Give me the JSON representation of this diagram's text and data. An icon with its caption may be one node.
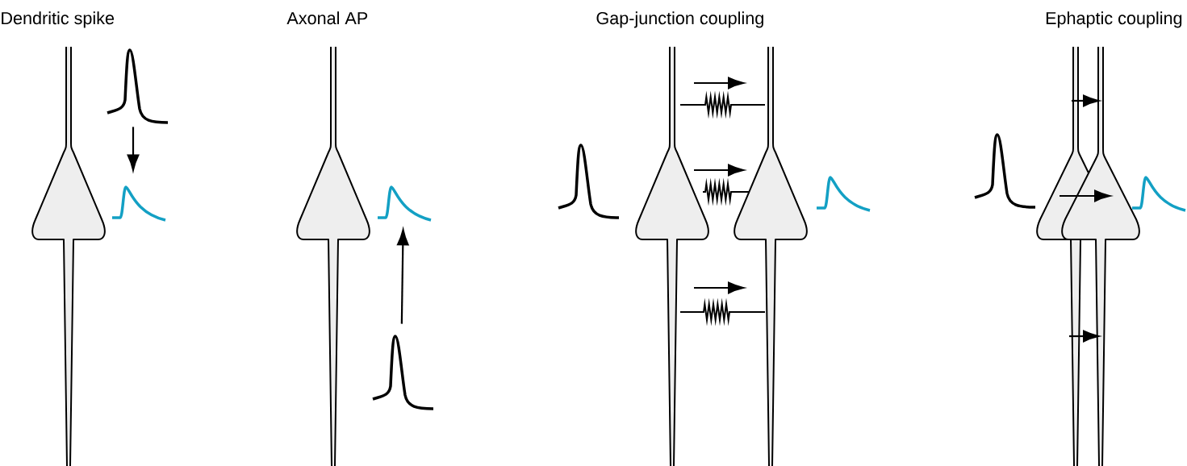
{
  "diagram": {
    "nodes": [
      {
        "text": [],
        "shape": "picture"
      },
      {
        "text": [],
        "shape": "picture"
      },
      {
        "text": [],
        "shape": "picture"
      },
      {
        "text": [],
        "shape": "picture"
      }
    ],
    "edges": [
      {
        "from": 0,
        "to": 1,
        "arrow": "to"
      },
      {
        "from": 3,
        "to": 2,
        "arrow": "to"
      }
    ],
    "labels": [
      "Dendritic spike",
      "Axonal AP",
      "Gap-junction coupling",
      "Ephaptic coupling"
    ]
  }
}
